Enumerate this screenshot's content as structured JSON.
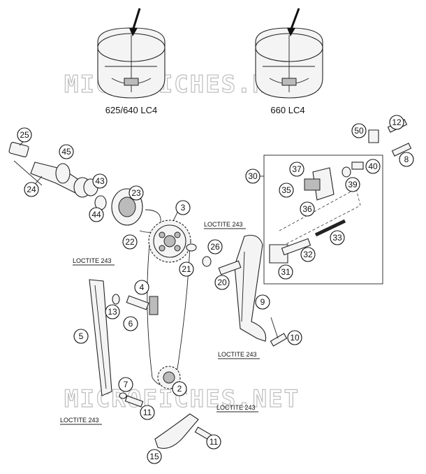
{
  "captions": {
    "left": "625/640 LC4",
    "right": "660 LC4"
  },
  "watermark": "MICROFICHES.NET",
  "loctite": "LOCTITE 243",
  "callouts": {
    "c2": "2",
    "c3": "3",
    "c4": "4",
    "c5": "5",
    "c6": "6",
    "c7": "7",
    "c8": "8",
    "c9": "9",
    "c10": "10",
    "c11a": "11",
    "c11b": "11",
    "c12": "12",
    "c13": "13",
    "c15": "15",
    "c20": "20",
    "c21": "21",
    "c22": "22",
    "c23": "23",
    "c24": "24",
    "c25": "25",
    "c26": "26",
    "c30": "30",
    "c31": "31",
    "c32": "32",
    "c33": "33",
    "c35": "35",
    "c36": "36",
    "c37": "37",
    "c39": "39",
    "c40": "40",
    "c43": "43",
    "c44": "44",
    "c45": "45",
    "c50": "50"
  }
}
